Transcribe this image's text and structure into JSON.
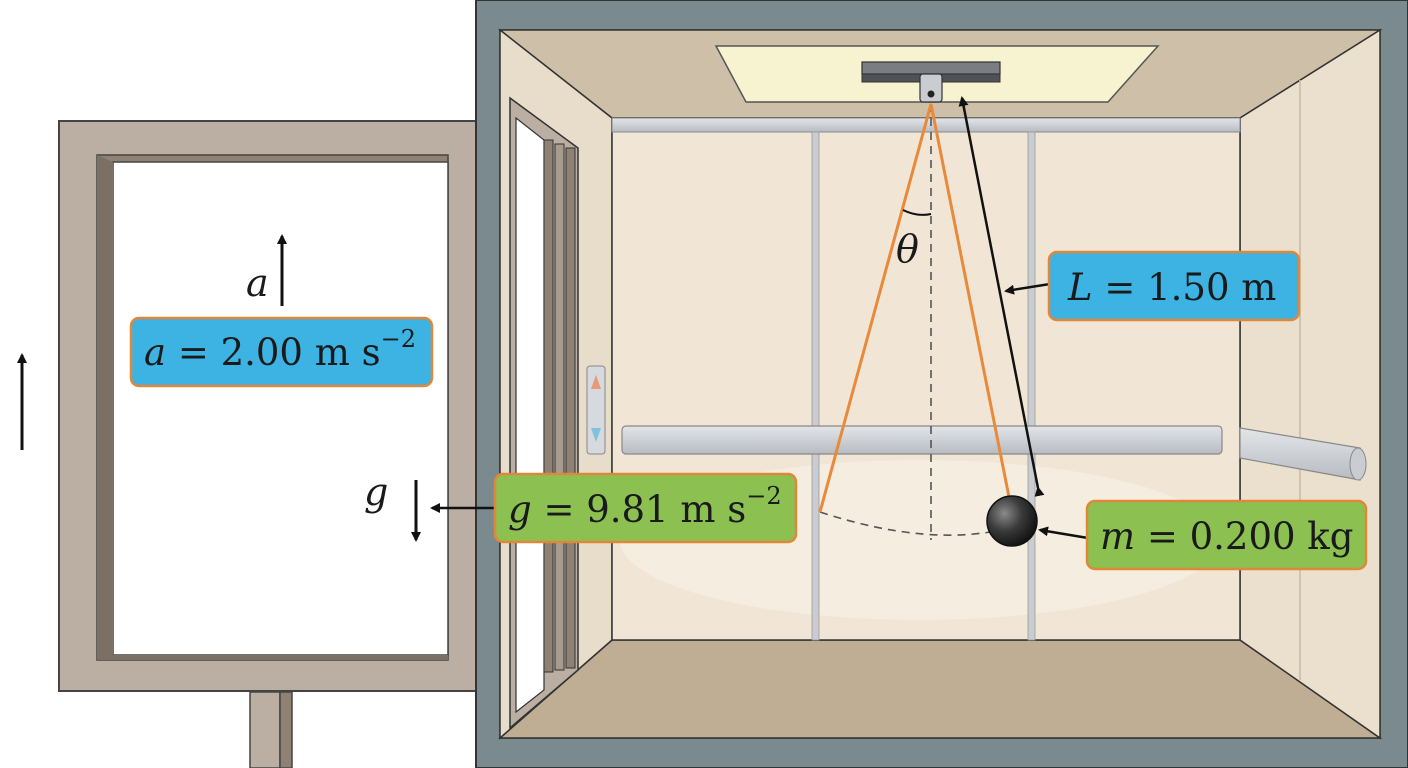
{
  "colors": {
    "box_blue": "#3db3e3",
    "box_green": "#8cc152",
    "box_border": "#e0873a",
    "string": "#e88a3a",
    "frame_outer": "#7b8a8f",
    "wall": "#efe3d3",
    "floor": "#bfae93",
    "door_frame": "#bbaea2"
  },
  "labels": {
    "a_symbol": "a",
    "theta_symbol": "θ",
    "g_symbol": "g"
  },
  "boxes": {
    "acceleration": {
      "symbol": "a",
      "equals": " = 2.00 m s",
      "exponent": "−2"
    },
    "gravity": {
      "symbol": "g",
      "equals": " = 9.81 m s",
      "exponent": "−2"
    },
    "length": {
      "symbol": "L",
      "equals": " = 1.50 m"
    },
    "mass": {
      "symbol": "m",
      "equals": " = 0.200 kg"
    }
  },
  "icons": {
    "call_up": "up-triangle-icon",
    "call_down": "down-triangle-icon"
  }
}
